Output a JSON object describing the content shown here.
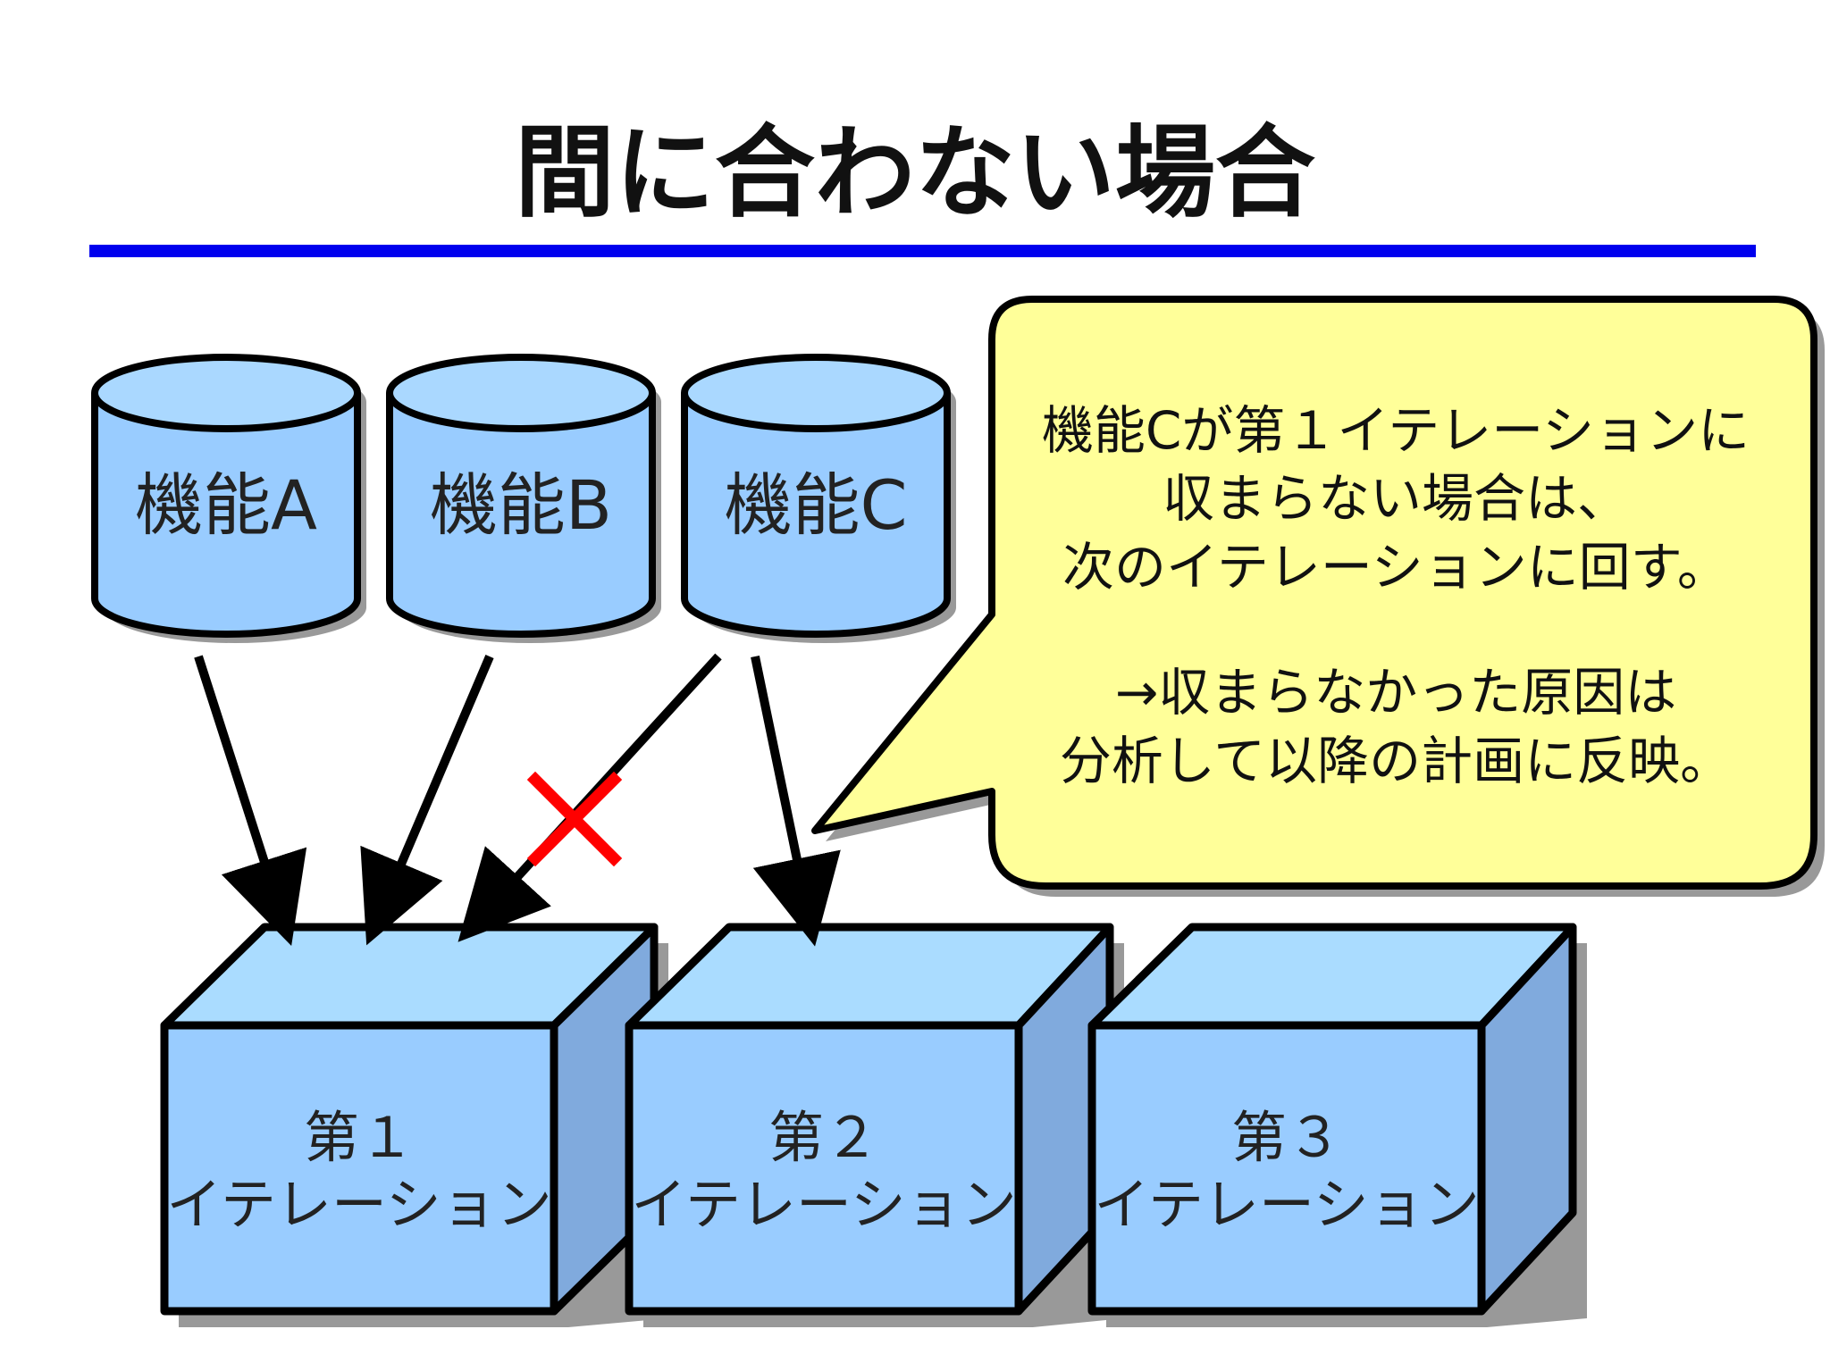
{
  "title": "間に合わない場合",
  "colors": {
    "rule": "#0000ee",
    "cylinder": "#99ccff",
    "cylinder_top": "#aad8ff",
    "cube_front": "#99ccff",
    "cube_top": "#aadcff",
    "cube_side": "#80aadd",
    "callout_fill": "#ffff99",
    "shadow": "#999999",
    "cross": "#ff0000",
    "stroke": "#000000"
  },
  "features": [
    {
      "label": "機能A"
    },
    {
      "label": "機能B"
    },
    {
      "label": "機能C"
    }
  ],
  "callout": {
    "lines": [
      "機能Cが第１イテレーションに",
      "収まらない場合は、",
      "次のイテレーションに回す。",
      "→収まらなかった原因は",
      "分析して以降の計画に反映。"
    ]
  },
  "iterations": [
    {
      "line1": "第１",
      "line2": "イテレーション"
    },
    {
      "line1": "第２",
      "line2": "イテレーション"
    },
    {
      "line1": "第３",
      "line2": "イテレーション"
    }
  ],
  "icons": {
    "cross": "cross-mark-icon"
  }
}
